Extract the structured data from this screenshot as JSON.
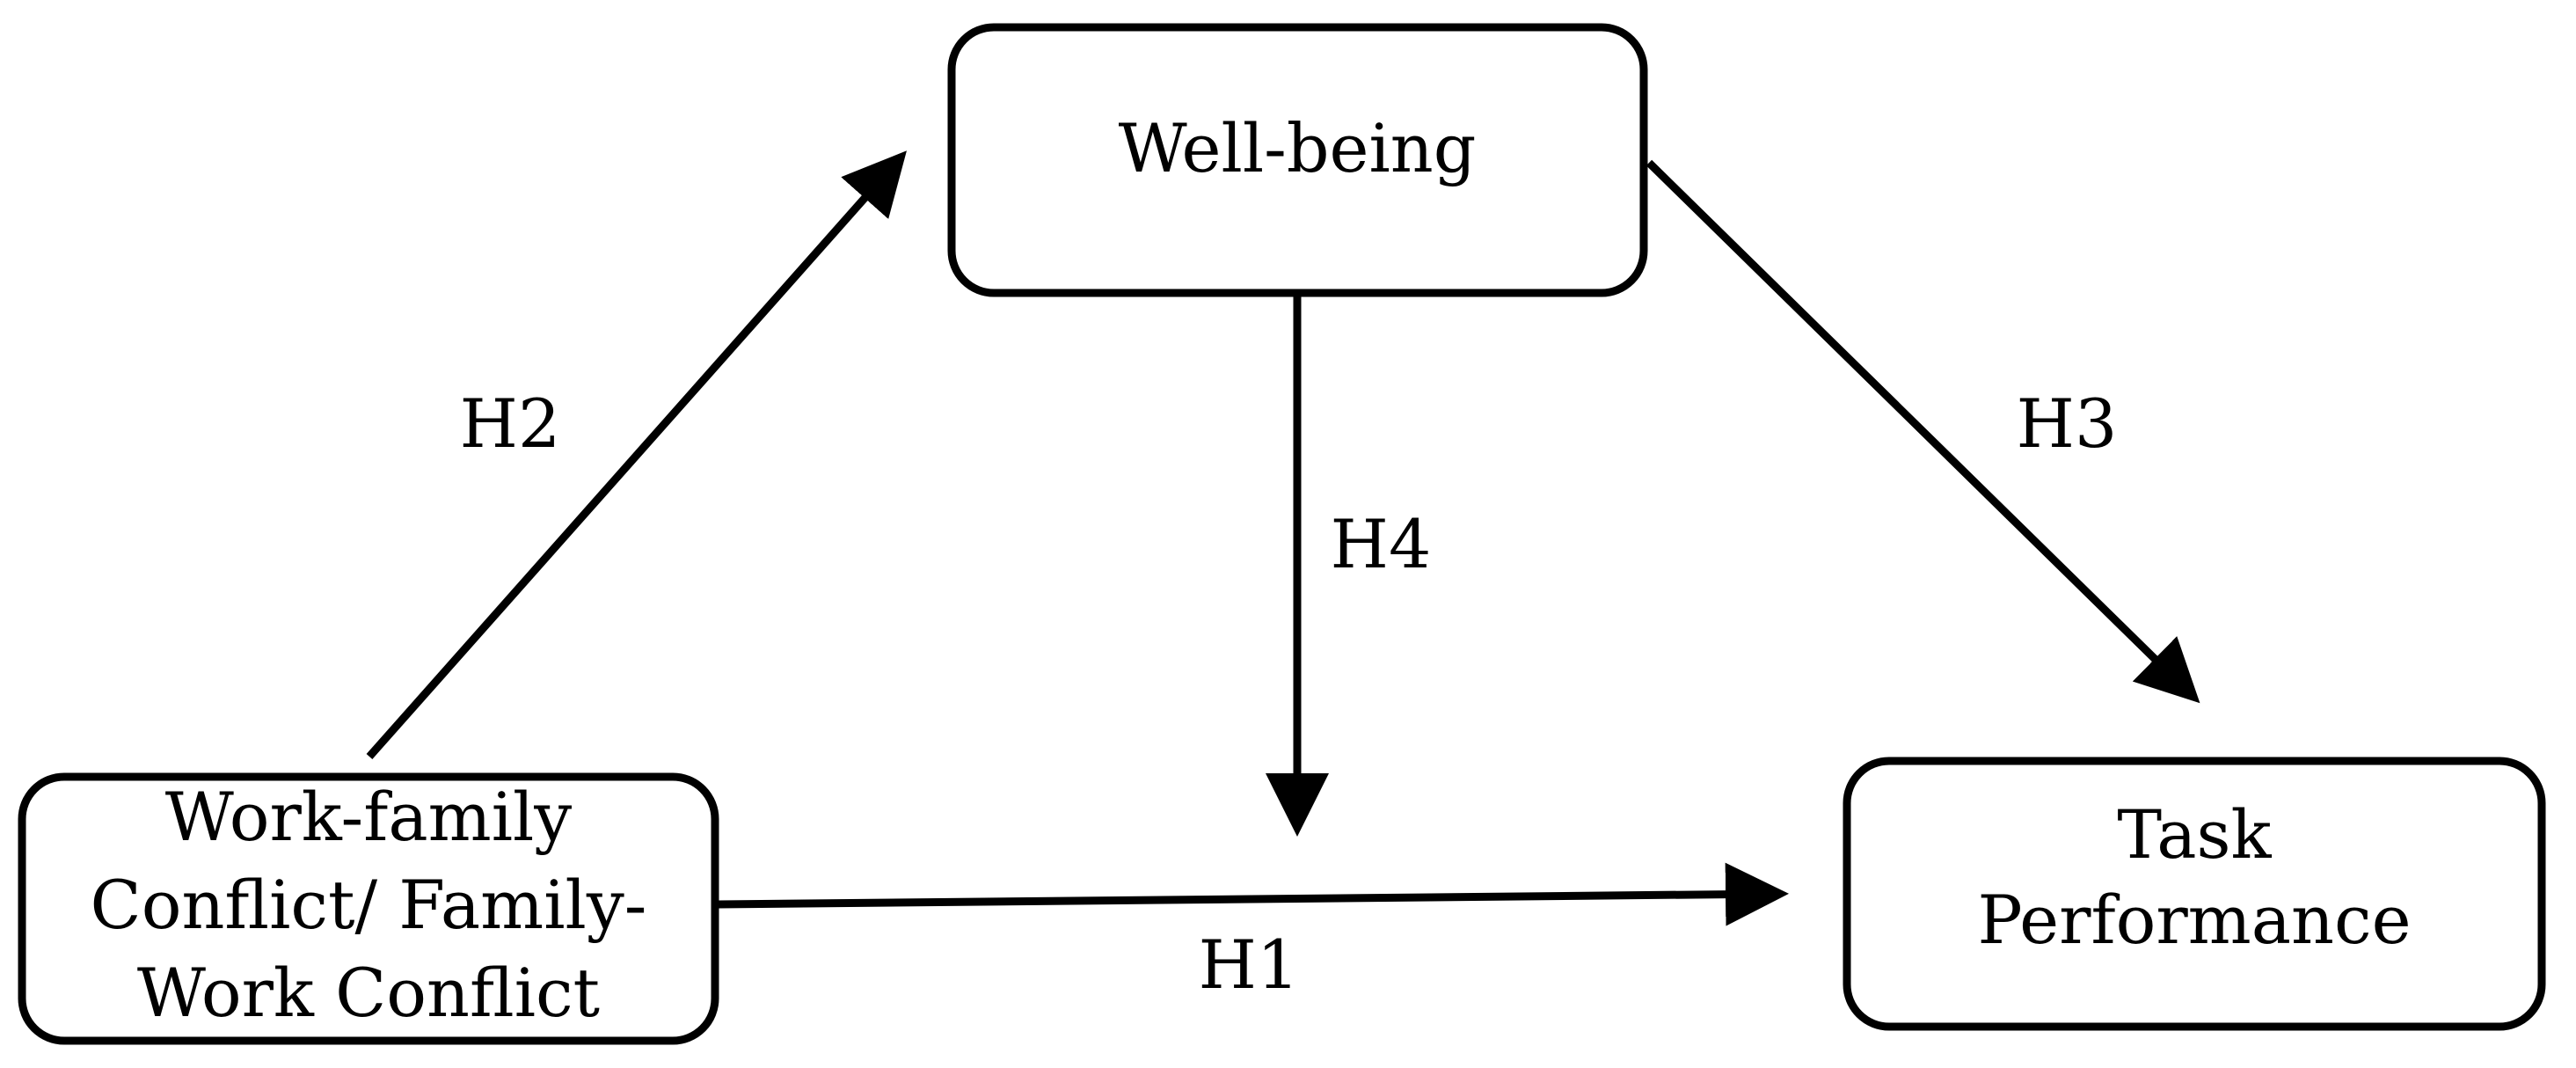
{
  "diagram": {
    "nodes": {
      "wellbeing": {
        "lines": [
          "Well-being"
        ]
      },
      "conflict": {
        "lines": [
          "Work-family",
          "Conflict/ Family-",
          "Work Conflict"
        ]
      },
      "performance": {
        "lines": [
          "Task",
          "Performance"
        ]
      }
    },
    "edges": {
      "h1": {
        "label": "H1"
      },
      "h2": {
        "label": "H2"
      },
      "h3": {
        "label": "H3"
      },
      "h4": {
        "label": "H4"
      }
    },
    "colors": {
      "stroke": "#000000",
      "background": "#ffffff"
    }
  }
}
